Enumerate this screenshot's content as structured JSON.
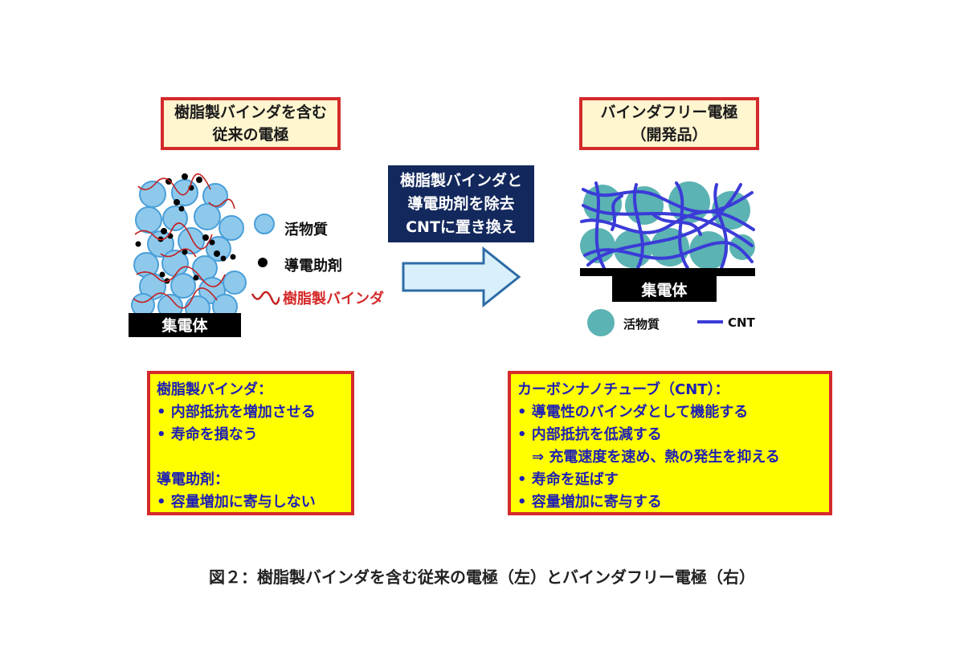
{
  "left_title": {
    "line1": "樹脂製バインダを含む",
    "line2": "従来の電極"
  },
  "right_title": {
    "line1": "バインダフリー電極",
    "line2": "（開発品）"
  },
  "process": {
    "line1": "樹脂製バインダと",
    "line2": "導電助剤を除去",
    "line3": "CNTに置き換え"
  },
  "left_diagram": {
    "collector_label": "集電体",
    "legend": [
      {
        "label": "活物質"
      },
      {
        "label": "導電助剤"
      },
      {
        "label": "樹脂製バインダ"
      }
    ]
  },
  "right_diagram": {
    "collector_label": "集電体",
    "legend": [
      {
        "label": "活物質"
      },
      {
        "label": "CNT"
      }
    ]
  },
  "left_notes": {
    "lines": [
      "樹脂製バインダ：",
      "• 内部抵抗を増加させる",
      "• 寿命を損なう",
      "",
      "導電助剤：",
      "• 容量増加に寄与しない"
    ]
  },
  "right_notes": {
    "lines": [
      "カーボンナノチューブ（CNT）：",
      "• 導電性のバインダとして機能する",
      "• 内部抵抗を低減する",
      "　⇒ 充電速度を速め、熱の発生を抑える",
      "• 寿命を延ばす",
      "• 容量増加に寄与する"
    ]
  },
  "caption": "図２：樹脂製バインダを含む従来の電極（左）とバインダフリー電極（右）",
  "colors": {
    "red_border": "#d42a2a",
    "title_fill": "#fff5cf",
    "note_fill": "#ffff00",
    "note_text": "#1f1fb4",
    "navy": "#13285c",
    "particle_blue": "#8ec9ec",
    "particle_teal": "#5bb3b3",
    "cnt_blue": "#3b3bd8",
    "binder_red": "#c22020"
  }
}
